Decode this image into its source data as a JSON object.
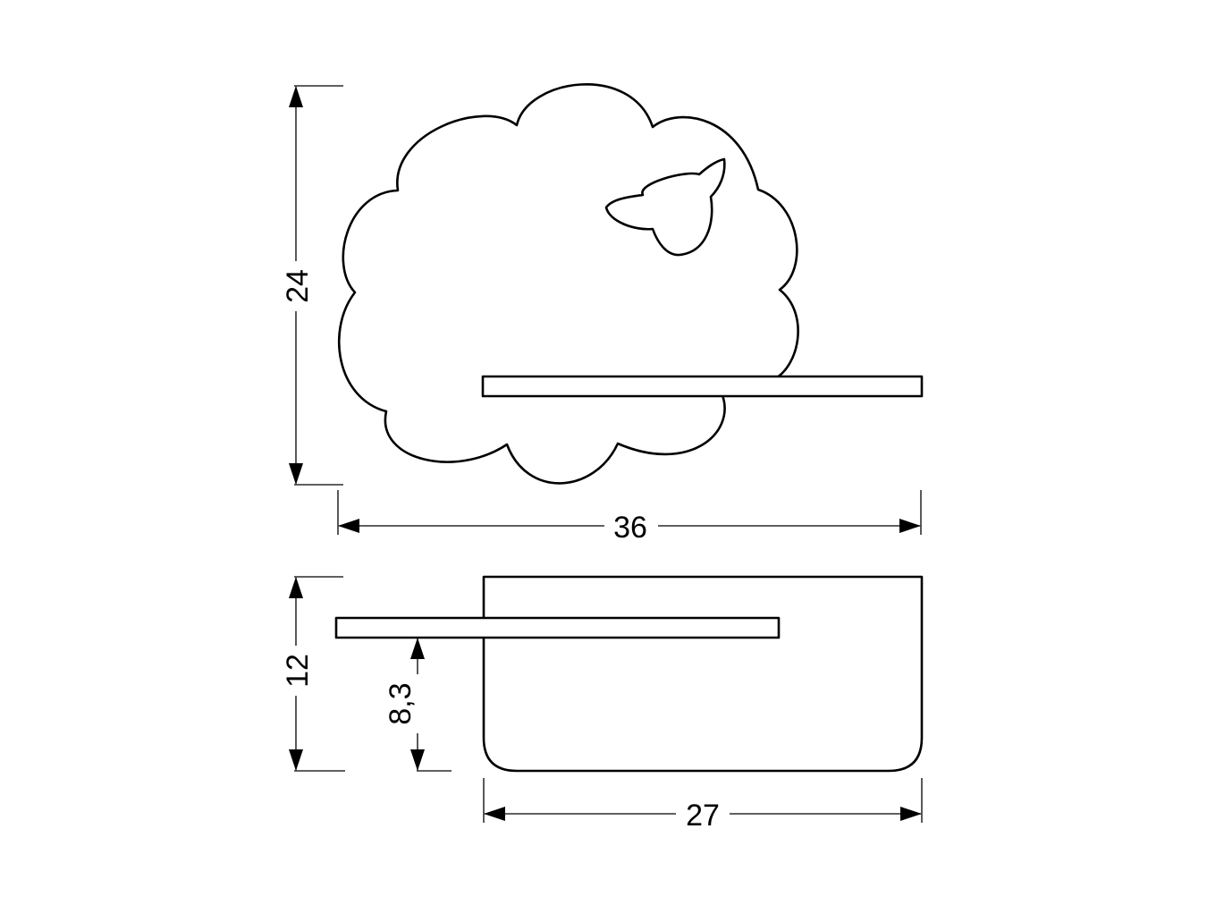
{
  "colors": {
    "line": "#000000",
    "background": "#ffffff"
  },
  "icons": {
    "cloud": "cloud-shape",
    "sheep": "sheep-head-icon",
    "arrow": "arrow-head-icon"
  },
  "dimensions": {
    "front_height": "24",
    "front_width": "36",
    "side_height": "12",
    "shelf_height": "8,3",
    "side_width": "27"
  }
}
